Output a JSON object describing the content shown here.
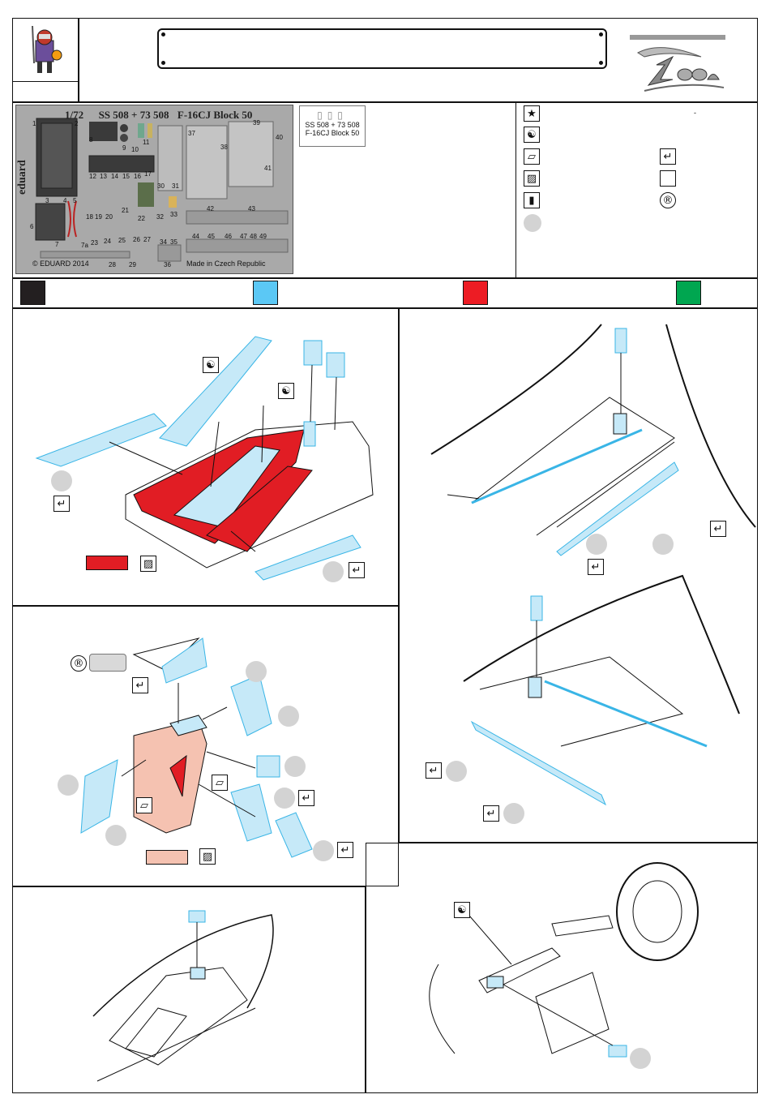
{
  "sheet": {
    "scale": "1/72",
    "code": "SS 508 + 73 508",
    "title": "F-16CJ Block 50",
    "brand": "eduard",
    "copyright": "© EDUARD 2014",
    "made_in": "Made in Czech Republic",
    "part_numbers": [
      "1",
      "2",
      "3",
      "4",
      "5",
      "6",
      "7",
      "7a",
      "8",
      "9",
      "10",
      "11",
      "12",
      "13",
      "14",
      "15",
      "16",
      "17",
      "18",
      "19",
      "20",
      "21",
      "22",
      "23",
      "24",
      "25",
      "26",
      "27",
      "28",
      "29",
      "30",
      "31",
      "32",
      "33",
      "34",
      "35",
      "36",
      "37",
      "38",
      "39",
      "40",
      "41",
      "42",
      "43",
      "44",
      "45",
      "46",
      "47",
      "48",
      "49"
    ]
  },
  "product_box": {
    "line1": "SS 508 + 73 508",
    "line2": "F-16CJ Block 50"
  },
  "legend": {
    "symbols": [
      {
        "icon": "star-icon",
        "glyph": "★"
      },
      {
        "icon": "yin-yang-icon",
        "glyph": "☯"
      },
      {
        "icon": "sanding-icon",
        "glyph": "▱"
      },
      {
        "icon": "hatch-icon",
        "glyph": "▨"
      },
      {
        "icon": "drill-icon",
        "glyph": "▮"
      }
    ],
    "right_symbols": [
      {
        "icon": "bend-arrow-icon",
        "glyph": "↵"
      },
      {
        "icon": "blank-box-icon",
        "glyph": ""
      },
      {
        "icon": "registered-icon",
        "glyph": "®"
      }
    ],
    "dash_mark": "-"
  },
  "colors": [
    {
      "name": "black",
      "hex": "#231f20"
    },
    {
      "name": "light-blue",
      "hex": "#5bc8f5"
    },
    {
      "name": "red",
      "hex": "#ed1c24"
    },
    {
      "name": "green",
      "hex": "#00a650"
    }
  ],
  "accents": {
    "cyan": "#39b5e6",
    "red": "#e11d24",
    "pale_blue": "#c6e9f8",
    "salmon": "#f5c2b1"
  }
}
